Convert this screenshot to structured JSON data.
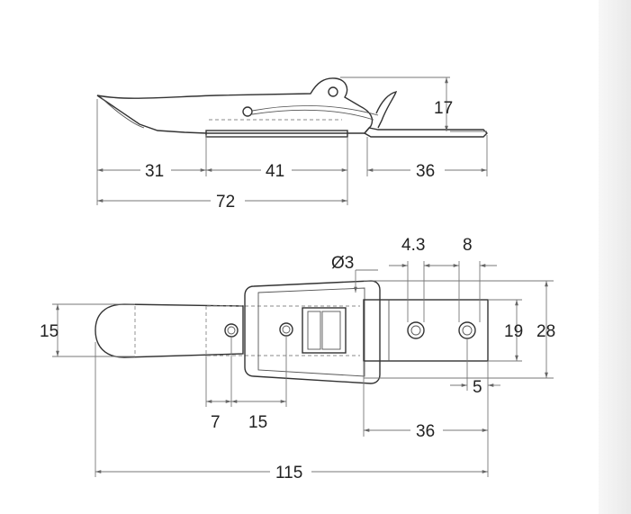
{
  "side_view": {
    "height": "17",
    "seg_left": "31",
    "seg_mid": "41",
    "seg_right": "36",
    "overall": "72"
  },
  "top_view": {
    "diameter": "Ø3",
    "hole_dia": "4.3",
    "hole_pitch_top": "8",
    "left_width": "15",
    "inner_height": "19",
    "outer_height": "28",
    "edge_offset": "5",
    "hole_offset": "7",
    "hole_spacing": "15",
    "plate_length": "36",
    "overall_length": "115"
  },
  "colors": {
    "line": "#333333",
    "dimension": "#777777",
    "text": "#222222"
  }
}
